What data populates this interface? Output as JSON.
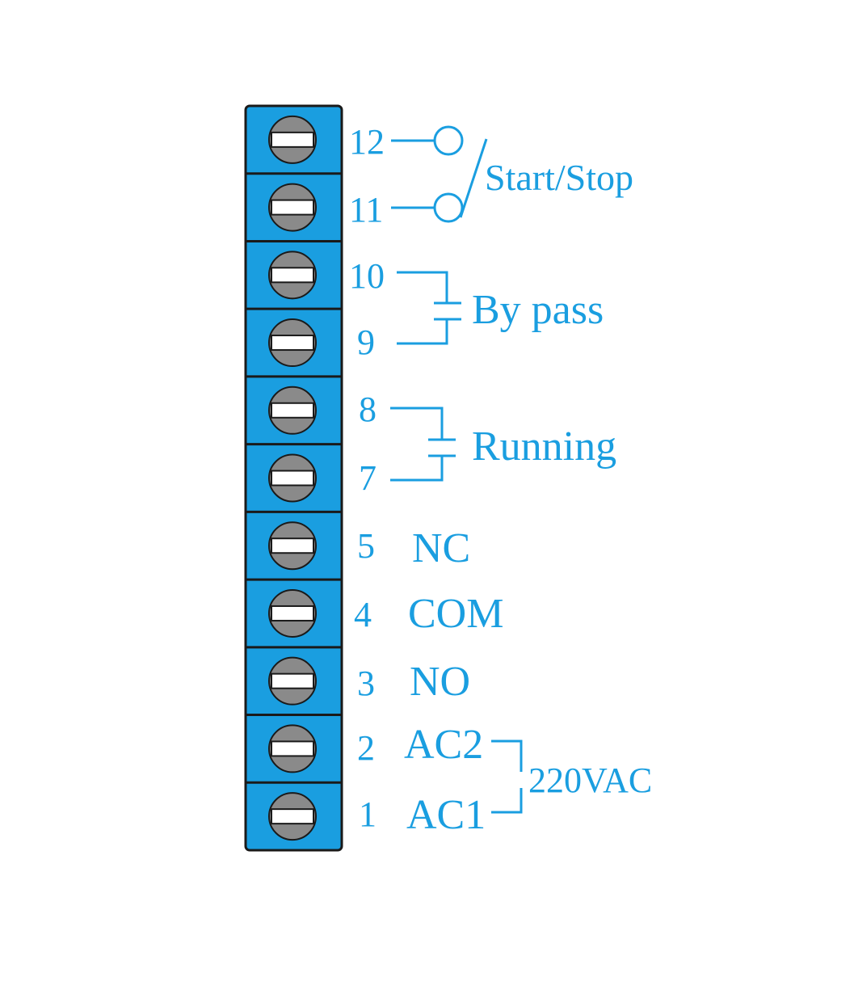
{
  "colors": {
    "block": "#1a9ee0",
    "outline": "#1a1a1a",
    "screw": "#8a8a8a",
    "slot": "#ffffff",
    "text": "#1a9ee0",
    "wire": "#1a9ee0"
  },
  "terminals": [
    {
      "number": "12",
      "label": ""
    },
    {
      "number": "11",
      "label": ""
    },
    {
      "number": "10",
      "label": ""
    },
    {
      "number": "9",
      "label": ""
    },
    {
      "number": "8",
      "label": ""
    },
    {
      "number": "7",
      "label": ""
    },
    {
      "number": "5",
      "label": "NC"
    },
    {
      "number": "4",
      "label": "COM"
    },
    {
      "number": "3",
      "label": "NO"
    },
    {
      "number": "2",
      "label": "AC2"
    },
    {
      "number": "1",
      "label": "AC1"
    }
  ],
  "groups": {
    "start_stop": "Start/Stop",
    "bypass": "By pass",
    "running": "Running",
    "supply": "220VAC"
  }
}
